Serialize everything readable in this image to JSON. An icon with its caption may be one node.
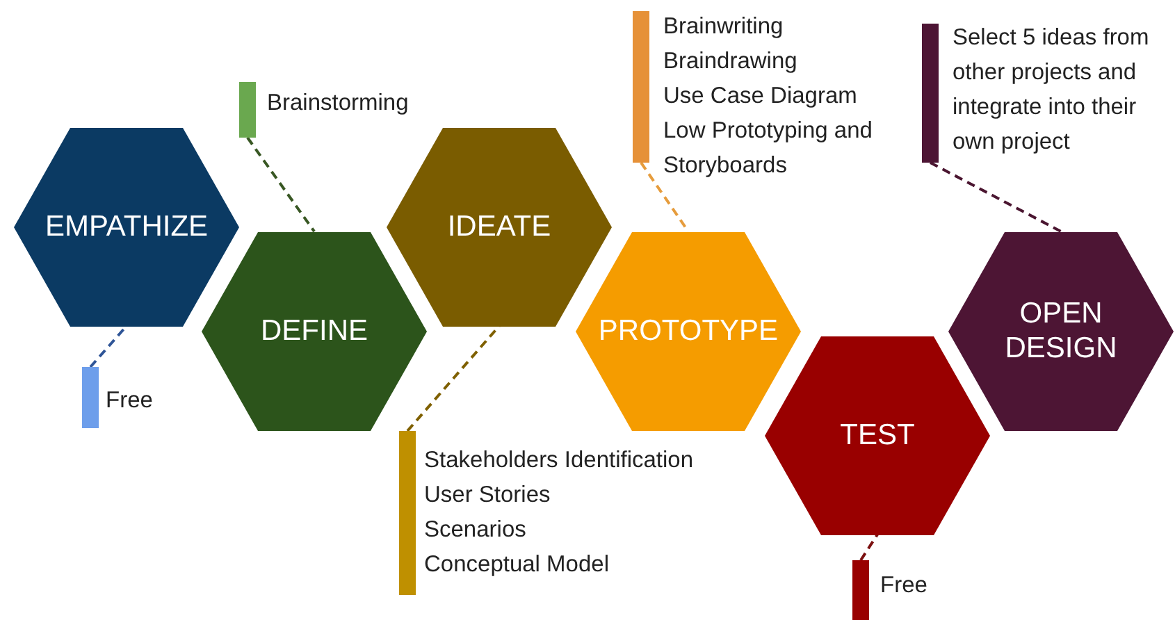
{
  "diagram": {
    "nodes": [
      {
        "text": [
          "EMPATHIZE"
        ]
      },
      {
        "text": [
          "DEFINE"
        ]
      },
      {
        "text": [
          "IDEATE"
        ]
      },
      {
        "text": [
          "PROTOTYPE"
        ]
      },
      {
        "text": [
          "TEST"
        ]
      },
      {
        "text": [
          "OPEN DESIGN"
        ]
      },
      {
        "text": [
          "Free"
        ]
      },
      {
        "text": [
          "Brainstorming"
        ]
      },
      {
        "text": [
          "Stakeholders Identification",
          "User Stories",
          "Scenarios",
          "Conceptual Model"
        ]
      },
      {
        "text": [
          "Brainwriting",
          "Braindrawing",
          "Use Case Diagram",
          "Low Prototyping and Storyboards"
        ]
      },
      {
        "text": [
          "Free"
        ]
      },
      {
        "text": [
          "Select 5 ideas from other projects and integrate into their own project"
        ]
      }
    ],
    "edges": [
      {
        "from": 6,
        "to": 0,
        "arrow": "none",
        "style": "dashed",
        "color": "#2f5597"
      },
      {
        "from": 7,
        "to": 1,
        "arrow": "none",
        "style": "dashed",
        "color": "#385723"
      },
      {
        "from": 8,
        "to": 2,
        "arrow": "none",
        "style": "dashed",
        "color": "#7f6000"
      },
      {
        "from": 9,
        "to": 3,
        "arrow": "none",
        "style": "dashed",
        "color": "#e69c3c"
      },
      {
        "from": 10,
        "to": 4,
        "arrow": "none",
        "style": "dashed",
        "color": "#7b1010"
      },
      {
        "from": 11,
        "to": 5,
        "arrow": "none",
        "style": "dashed",
        "color": "#4a1530"
      }
    ]
  }
}
